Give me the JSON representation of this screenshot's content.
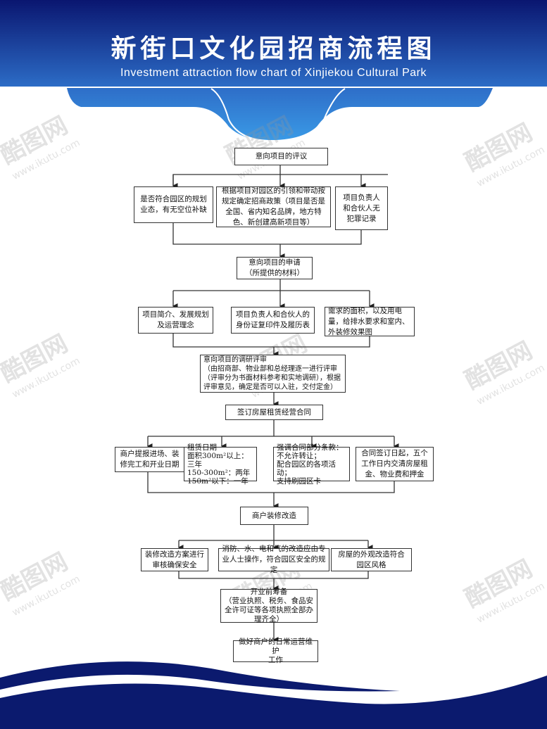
{
  "header": {
    "title": "新街口文化园招商流程图",
    "subtitle": "Investment attraction flow chart of Xinjiekou Cultural Park"
  },
  "watermark": {
    "name": "酷图网",
    "url": "www.ikutu.com"
  },
  "colors": {
    "navy": "#0b1a6e",
    "blue": "#2e78d0"
  },
  "steps": {
    "s1": "意向项目的评议",
    "s2a": "是否符合园区的规划业态，有无空位补缺",
    "s2b": "根据项目对园区的引领和带动按规定确定招商政策（项目是否是全国、省内知名品牌，地方特色、新创建高新项目等）",
    "s2c": "项目负责人\n和合伙人无\n犯罪记录",
    "s3": "意向项目的申请\n（所提供的材料）",
    "s4a": "项目简介、发展规划\n及运营理念",
    "s4b": "项目负责人和合伙人的\n身份证复印件及履历表",
    "s4c": "需求的面积，以及用电量，给排水要求和室内、外装修效果图",
    "s5": "意向项目的调研评审\n（由招商部、物业部和总经理逐一进行评审（评审分为书面材料参考和实地调研），根据评审意见，确定是否可以入驻，交付定金）",
    "s6": "签订房屋租赁经营合同",
    "s7a": "商户提报进场、装修完工和开业日期",
    "s7b": "租赁日期\n面积300m²以上：三年\n150-300m²：两年\n150m²以下：一年",
    "s7c": "强调合同部分条款：\n不允许转让；\n配合园区的各项活动；\n支持刷园区卡",
    "s7d": "合同签订日起，五个工作日内交清房屋租金、物业费和押金",
    "s8": "商户装修改造",
    "s9a": "装修改造方案进行审核确保安全",
    "s9b": "消防、水、电和气的改造应由专业人士操作，符合园区安全的规定",
    "s9c": "房屋的外观改造符合\n园区风格",
    "s10": "开业前筹备\n（营业执照、税务、食品安全许可证等各项执照全部办理齐全）",
    "s11": "做好商户的日常运营维护\n工作"
  }
}
